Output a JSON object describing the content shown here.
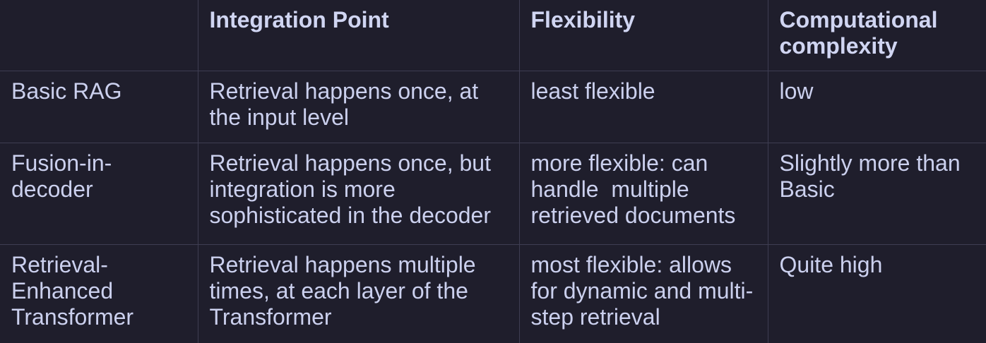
{
  "theme": {
    "background_color": "#1f1e2c",
    "grid_line_color": "#3e3d52",
    "body_text_color": "#cbd0ee",
    "header_text_color": "#d0d5f2"
  },
  "table": {
    "columns": [
      {
        "label": ""
      },
      {
        "label": "Integration Point"
      },
      {
        "label": "Flexibility"
      },
      {
        "label": "Computational complexity"
      }
    ],
    "rows": [
      {
        "name": "Basic RAG",
        "integration_point": "Retrieval happens once, at the input level",
        "flexibility": "least flexible",
        "computational_complexity": "low"
      },
      {
        "name": "Fusion-in-decoder",
        "integration_point": "Retrieval happens once, but integration is more sophisticated in the decoder",
        "flexibility": "more flexible: can handle  multiple retrieved documents",
        "computational_complexity": "Slightly more than Basic"
      },
      {
        "name": "Retrieval-Enhanced Transformer",
        "integration_point": "Retrieval happens multiple times, at each layer of the Transformer",
        "flexibility": "most flexible: allows for dynamic and multi-step retrieval",
        "computational_complexity": "Quite high"
      }
    ]
  }
}
